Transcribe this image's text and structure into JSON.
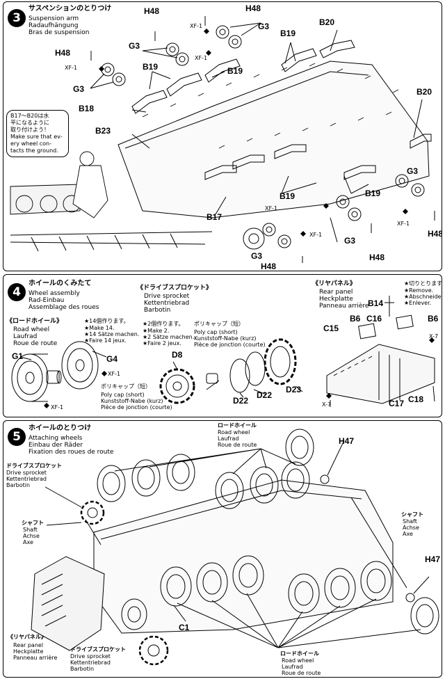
{
  "step3": {
    "number": "3",
    "title_jp": "サスペンションのとりつけ",
    "title_en": "Suspension arm",
    "title_de": "Radaufhängung",
    "title_fr": "Bras de suspension",
    "note_jp_1": "B17～B20は水",
    "note_jp_2": "平になるように",
    "note_jp_3": "取り付けよう！",
    "note_en_1": "Make sure that ev-",
    "note_en_2": "ery wheel con-",
    "note_en_3": "tacts the ground.",
    "labels": {
      "h48": "H48",
      "g3": "G3",
      "xf1": "XF-1",
      "b17": "B17",
      "b18": "B18",
      "b19": "B19",
      "b20": "B20",
      "b23": "B23"
    }
  },
  "step4": {
    "number": "4",
    "title_jp": "ホイールのくみたて",
    "title_en": "Wheel assembly",
    "title_de": "Rad-Einbau",
    "title_fr": "Assemblage des roues",
    "road_wheel": {
      "jp": "《ロードホイール》",
      "en": "Road wheel",
      "de": "Laufrad",
      "fr": "Roue de route"
    },
    "make14": {
      "jp": "★14個作ります。",
      "en": "★Make 14.",
      "de": "★14 Sätze machen.",
      "fr": "★Faire 14 jeux."
    },
    "poly_cap_1": {
      "jp": "ポリキャップ（短）",
      "en": "Poly cap (short)",
      "de": "Kunststoff-Nabe (kurz)",
      "fr": "Pièce de jonction (courte)"
    },
    "drive_sprocket": {
      "jp": "《ドライブスプロケット》",
      "en": "Drive sprocket",
      "de": "Kettentriebrad",
      "fr": "Barbotin"
    },
    "make2": {
      "jp": "★2個作ります。",
      "en": "★Make 2.",
      "de": "★2 Sätze machen.",
      "fr": "★Faire 2 jeux."
    },
    "poly_cap_2": {
      "jp": "ポリキャップ（短）",
      "en": "Poly cap (short)",
      "de": "Kunststoff-Nabe (kurz)",
      "fr": "Pièce de jonction (courte)"
    },
    "rear_panel": {
      "jp": "《リヤパネル》",
      "en": "Rear panel",
      "de": "Heckplatte",
      "fr": "Panneau arrière"
    },
    "remove": {
      "jp": "★切りとります。",
      "en": "★Remove.",
      "de": "★Abschneiden.",
      "fr": "★Enlever."
    },
    "labels": {
      "g1": "G1",
      "g4": "G4",
      "xf1": "XF-1",
      "d8": "D8",
      "d22": "D22",
      "d23": "D23",
      "b6": "B6",
      "b14": "B14",
      "c15": "C15",
      "c16": "C16",
      "c17": "C17",
      "c18": "C18",
      "x7": "X-7"
    }
  },
  "step5": {
    "number": "5",
    "title_jp": "ホイールのとりつけ",
    "title_en": "Attaching wheels",
    "title_de": "Einbau der Räder",
    "title_fr": "Fixation des roues de route",
    "road_wheel_top": {
      "jp": "ロードホイール",
      "en": "Road wheel",
      "de": "Laufrad",
      "fr": "Roue de route"
    },
    "drive_sprocket_top": {
      "jp": "ドライブスプロケット",
      "en": "Drive sprocket",
      "de": "Kettentriebrad",
      "fr": "Barbotin"
    },
    "shaft_left": {
      "jp": "シャフト",
      "en": "Shaft",
      "de": "Achse",
      "fr": "Axe"
    },
    "shaft_right": {
      "jp": "シャフト",
      "en": "Shaft",
      "de": "Achse",
      "fr": "Axe"
    },
    "rear_panel": {
      "jp": "《リヤパネル》",
      "en": "Rear panel",
      "de": "Heckplatte",
      "fr": "Panneau arrière"
    },
    "drive_sprocket_bottom": {
      "jp": "ドライブスプロケット",
      "en": "Drive sprocket",
      "de": "Kettentriebrad",
      "fr": "Barbotin"
    },
    "road_wheel_bottom": {
      "jp": "ロードホイール",
      "en": "Road wheel",
      "de": "Laufrad",
      "fr": "Roue de route"
    },
    "labels": {
      "h47": "H47",
      "c1": "C1"
    }
  }
}
